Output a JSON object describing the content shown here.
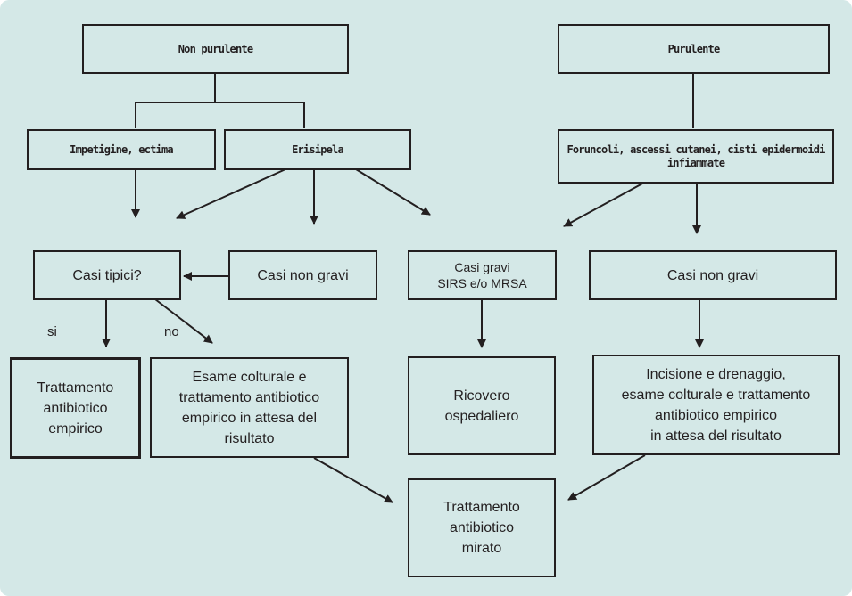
{
  "nodes": {
    "non_purulente": "Non purulente",
    "purulente": "Purulente",
    "impetigine": "Impetigine, ectima",
    "erisipela": "Erisipela",
    "foruncoli_line1": "Foruncoli, ascessi cutanei, cisti epidermoidi",
    "foruncoli_line2": "infiammate",
    "casi_tipici": "Casi tipici?",
    "casi_non_gravi_left": "Casi non gravi",
    "casi_gravi_line1": "Casi gravi",
    "casi_gravi_line2": "SIRS e/o MRSA",
    "casi_non_gravi_right": "Casi non gravi",
    "trattamento_empirico": [
      "Trattamento",
      "antibiotico",
      "empirico"
    ],
    "esame_colturale": [
      "Esame colturale e",
      "trattamento antibiotico",
      "empirico in attesa del",
      "risultato"
    ],
    "ricovero": [
      "Ricovero",
      "ospedaliero"
    ],
    "incisione": [
      "Incisione e drenaggio,",
      "esame colturale e trattamento",
      "antibiotico empirico",
      "in attesa del risultato"
    ],
    "trattamento_mirato": [
      "Trattamento",
      "antibiotico",
      "mirato"
    ]
  },
  "labels": {
    "si": "si",
    "no": "no"
  },
  "colors": {
    "background": "#d4e8e7",
    "stroke": "#231f20"
  }
}
